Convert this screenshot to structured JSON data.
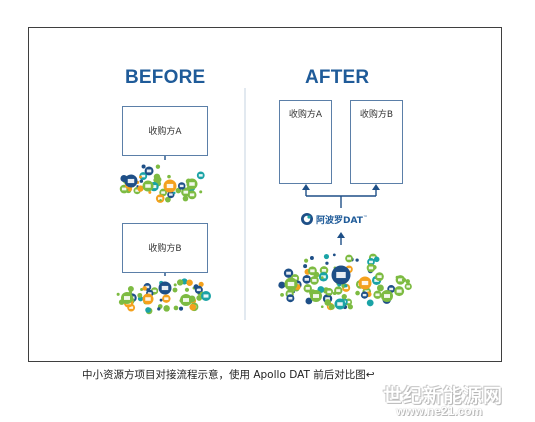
{
  "before": {
    "heading": "BEFORE",
    "buyer_a": "收购方A",
    "buyer_b": "收购方B"
  },
  "after": {
    "heading": "AFTER",
    "buyer_a": "收购方A",
    "buyer_b": "收购方B",
    "platform": "阿波罗DAT",
    "platform_mark": "™"
  },
  "caption": "中小资源方项目对接流程示意，使用 Apollo DAT 前后对比图↩",
  "watermark": {
    "line1": "世纪新能源网",
    "line2": "www.ne21.com"
  },
  "colors": {
    "heading": "#1f5b99",
    "green": "#7dbb42",
    "orange": "#f4a11d",
    "teal": "#1aa3a6",
    "navy": "#1e4f87",
    "box_border": "#5b7fa8"
  },
  "icons": [
    "solar-panel-icon",
    "arrow-up-icon"
  ]
}
